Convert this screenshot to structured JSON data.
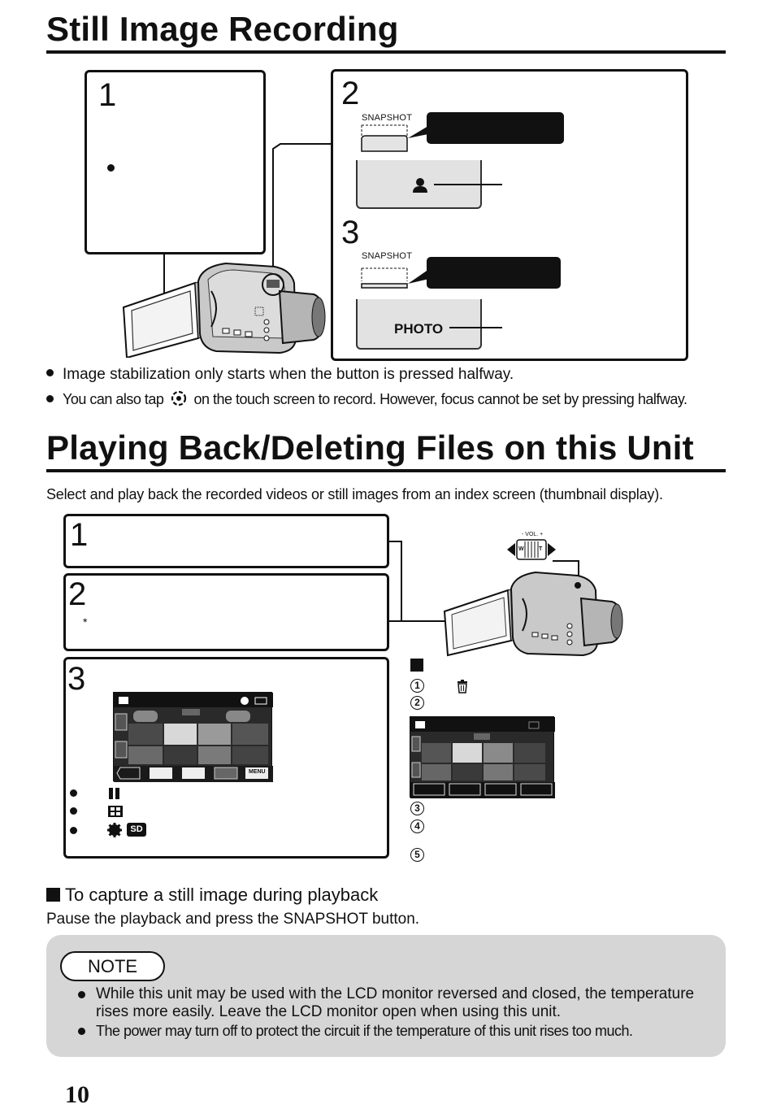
{
  "section1": {
    "title": "Still Image Recording",
    "step1_num": "1",
    "step2_num": "2",
    "step3_num": "3",
    "snapshot_label_a": "SNAPSHOT",
    "snapshot_label_b": "SNAPSHOT",
    "photo_label": "PHOTO",
    "bullets": [
      "Image stabilization only starts when the button is pressed halfway.",
      "You can also tap",
      "on the touch screen to record. However, focus cannot be set by pressing halfway."
    ]
  },
  "section2": {
    "title": "Playing Back/Deleting Files on this Unit",
    "intro": "Select and play back the recorded videos or still images from an index screen (thumbnail display).",
    "step1_num": "1",
    "step2_num": "2",
    "step3_num": "3",
    "asterisk": "*",
    "vol_label": "- VOL. +",
    "zoom_w": "W",
    "zoom_t": "T",
    "menu_label": "MENU",
    "sd_badge": "SD",
    "delete_steps": [
      "1",
      "2",
      "3",
      "4",
      "5"
    ]
  },
  "capture": {
    "heading": "To capture a still image during playback",
    "text": "Pause the playback and press the SNAPSHOT button."
  },
  "note": {
    "label": "NOTE",
    "items": [
      "While this unit may be used with the LCD monitor reversed and closed, the temperature rises more easily. Leave the LCD monitor open when using this unit.",
      "The power may turn off to protect the circuit if the temperature of this unit rises too much."
    ]
  },
  "page_number": "10",
  "icons": [
    "camera-record-icon",
    "person-icon",
    "trash-icon",
    "pause-icon",
    "grid-icon",
    "gear-icon",
    "sd-card-icon"
  ]
}
